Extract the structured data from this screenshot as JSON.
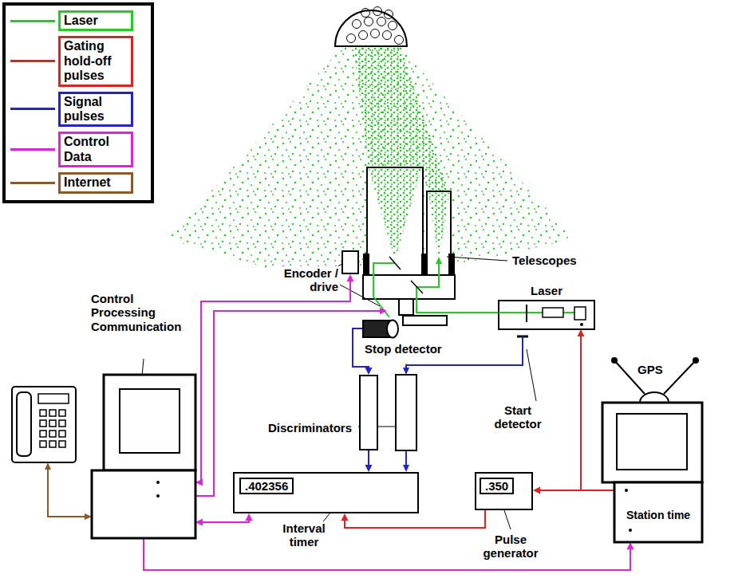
{
  "diagram": {
    "nodes": [
      {
        "text": [
          "Encoder / drive"
        ]
      },
      {
        "text": [
          "Telescopes"
        ]
      },
      {
        "text": [
          "Control Processing Communication"
        ]
      },
      {
        "text": [
          "Stop detector"
        ]
      },
      {
        "text": [
          "Laser"
        ]
      },
      {
        "text": [
          "Start detector"
        ]
      },
      {
        "text": [
          "Discriminators"
        ]
      },
      {
        "text": [
          ".402356",
          "Interval timer"
        ]
      },
      {
        "text": [
          ".350",
          "Pulse generator"
        ]
      },
      {
        "text": [
          "GPS",
          "Station time"
        ]
      }
    ],
    "edges": [
      {
        "from": 2,
        "to": 0,
        "arrow": "both"
      },
      {
        "from": 2,
        "to": 7,
        "arrow": "both"
      },
      {
        "from": 2,
        "to": 9,
        "arrow": "to"
      },
      {
        "from": 9,
        "to": 8,
        "arrow": "to"
      },
      {
        "from": 9,
        "to": 4,
        "arrow": "to"
      },
      {
        "from": 8,
        "to": 7,
        "arrow": "to"
      },
      {
        "from": 3,
        "to": 6,
        "arrow": "to"
      },
      {
        "from": 6,
        "to": 7,
        "arrow": "to"
      }
    ],
    "legend": [
      {
        "text": "Laser",
        "color": "#22cc22"
      },
      {
        "text": "Gating hold-off pulses",
        "color": "#dd2222"
      },
      {
        "text": "Signal pulses",
        "color": "#2222cc"
      },
      {
        "text": "Control Data",
        "color": "#dd22dd"
      },
      {
        "text": "Internet",
        "color": "#8b5a2b"
      }
    ]
  }
}
